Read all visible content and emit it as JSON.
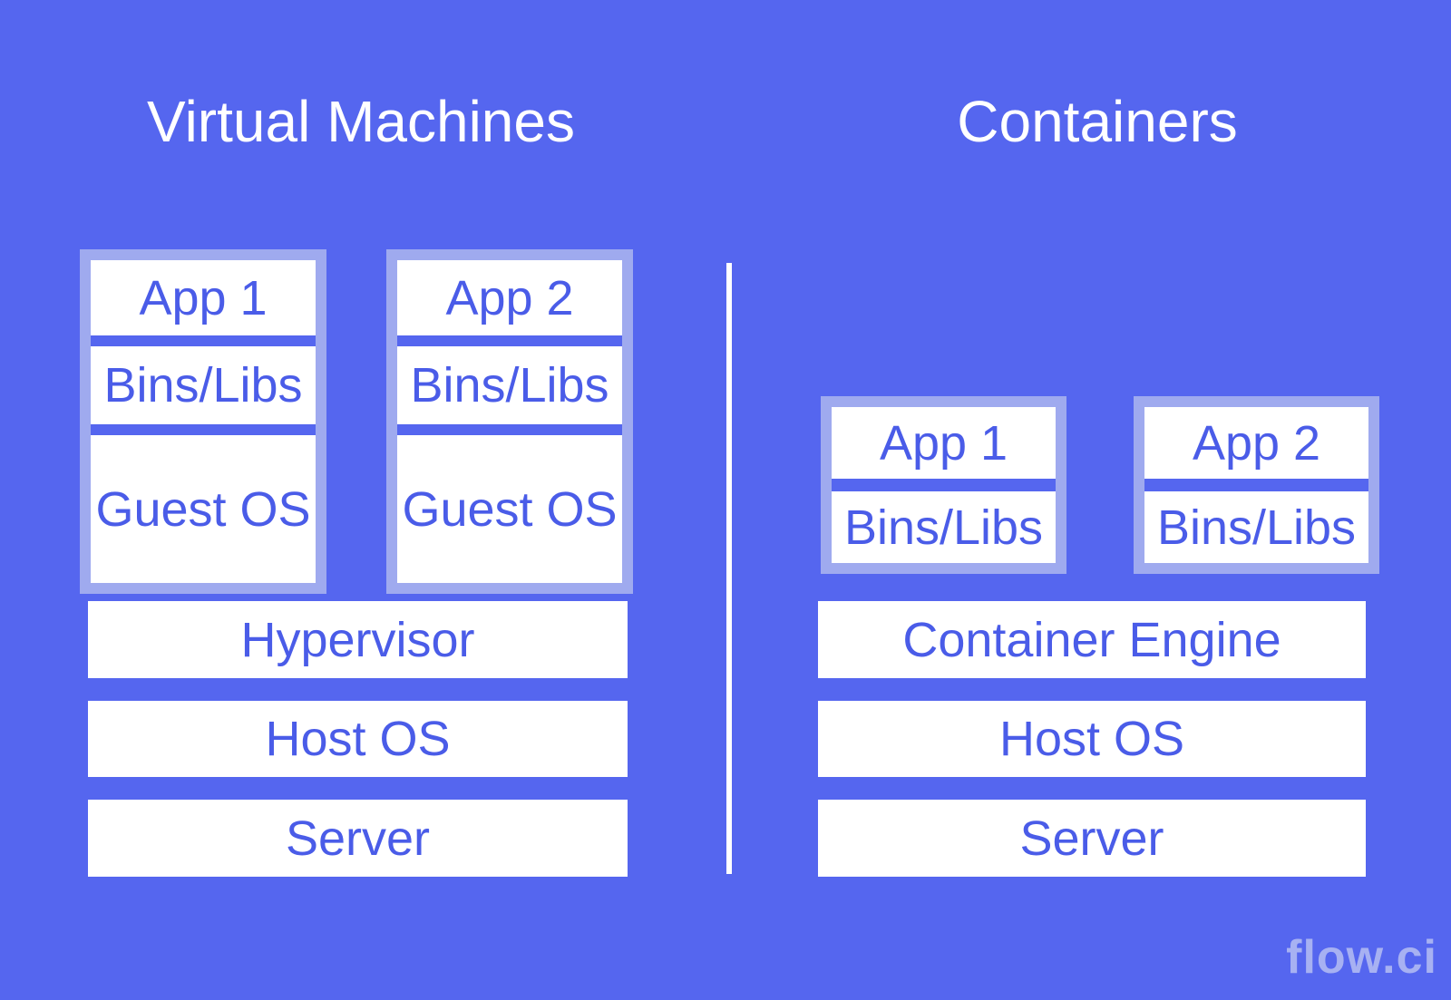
{
  "colors": {
    "bg": "#5566EF",
    "frame": "#9FAAEF",
    "box_text": "#4A5CE8",
    "box_bg": "#FFFFFF",
    "title_text": "#FFFFFF",
    "divider": "#FFFFFF",
    "logo": "#A7B1F2"
  },
  "left": {
    "title": "Virtual Machines",
    "stacks": [
      {
        "layers": [
          "App 1",
          "Bins/Libs",
          "Guest OS"
        ]
      },
      {
        "layers": [
          "App 2",
          "Bins/Libs",
          "Guest OS"
        ]
      }
    ],
    "base_layers": [
      "Hypervisor",
      "Host OS",
      "Server"
    ]
  },
  "right": {
    "title": "Containers",
    "stacks": [
      {
        "layers": [
          "App 1",
          "Bins/Libs"
        ]
      },
      {
        "layers": [
          "App 2",
          "Bins/Libs"
        ]
      }
    ],
    "base_layers": [
      "Container Engine",
      "Host OS",
      "Server"
    ]
  },
  "logo": {
    "text": "flow.ci"
  }
}
